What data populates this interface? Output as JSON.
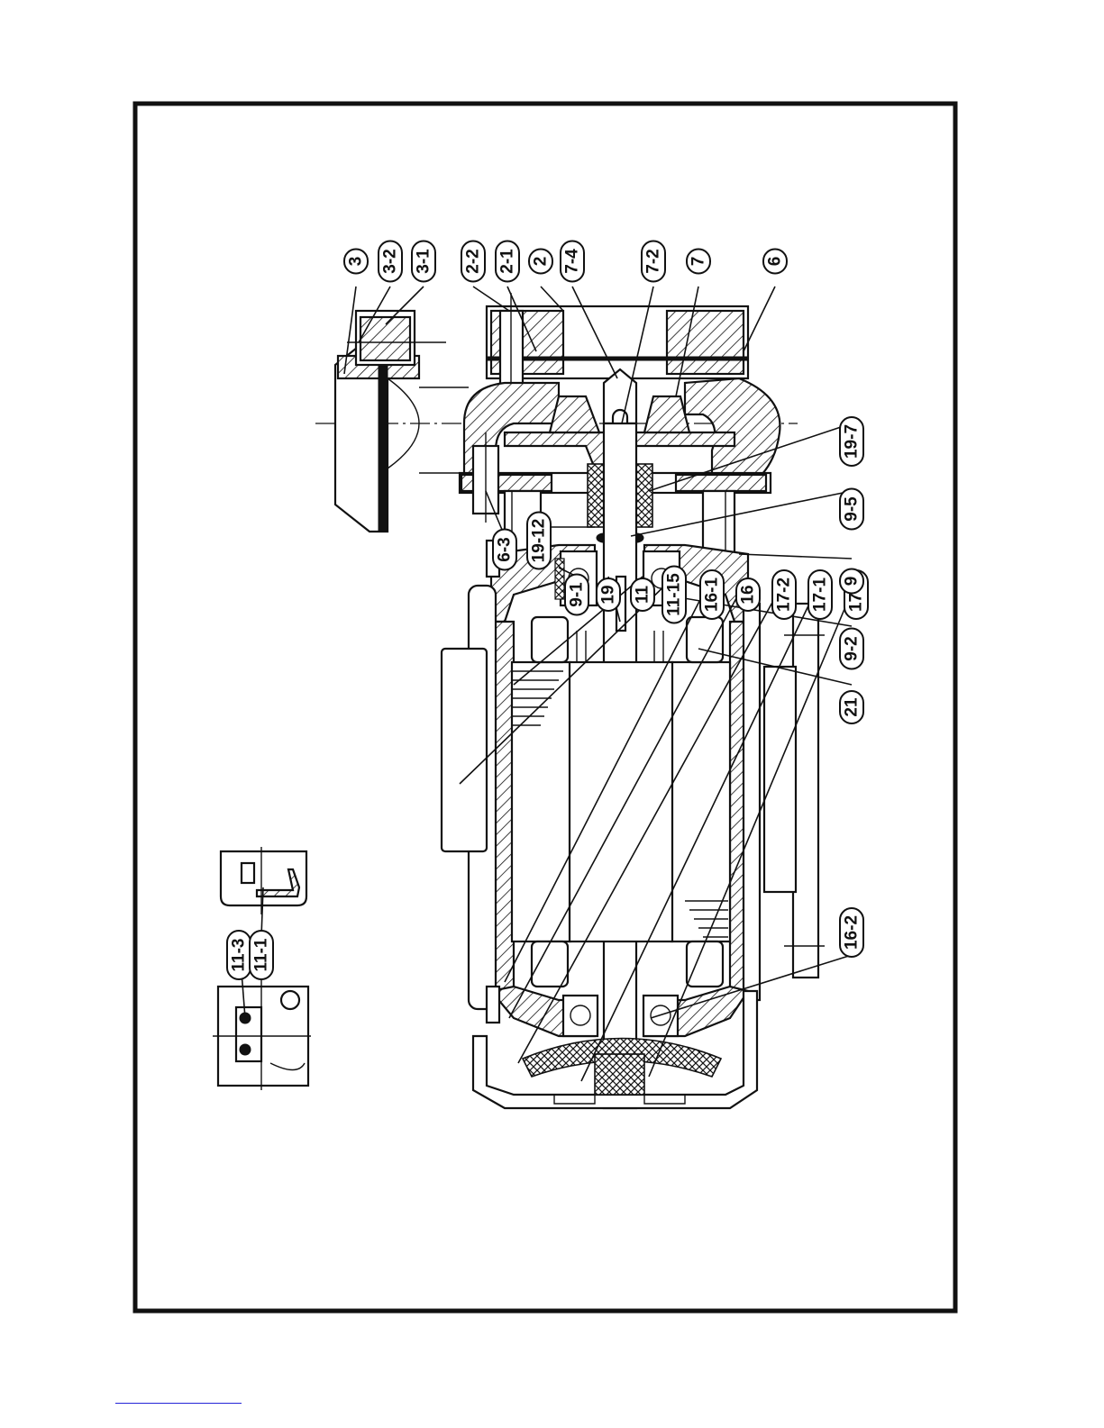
{
  "diagram": {
    "callouts_top": [
      "3",
      "3-2",
      "3-1",
      "2-2",
      "2-1",
      "2",
      "7-4",
      "7-2",
      "7",
      "6"
    ],
    "callouts_bottom": [
      "6-3",
      "19-12",
      "9-1",
      "19",
      "11",
      "11-15",
      "16-1",
      "16",
      "17-2",
      "17-1",
      "17-8",
      "16-2",
      "21",
      "9-2",
      "9",
      "9-5",
      "19-7"
    ],
    "callouts_detail": [
      "11-3",
      "11-1"
    ]
  },
  "colors": {
    "line": "#111111",
    "background": "#ffffff",
    "footer_rule": "#2323d8"
  }
}
